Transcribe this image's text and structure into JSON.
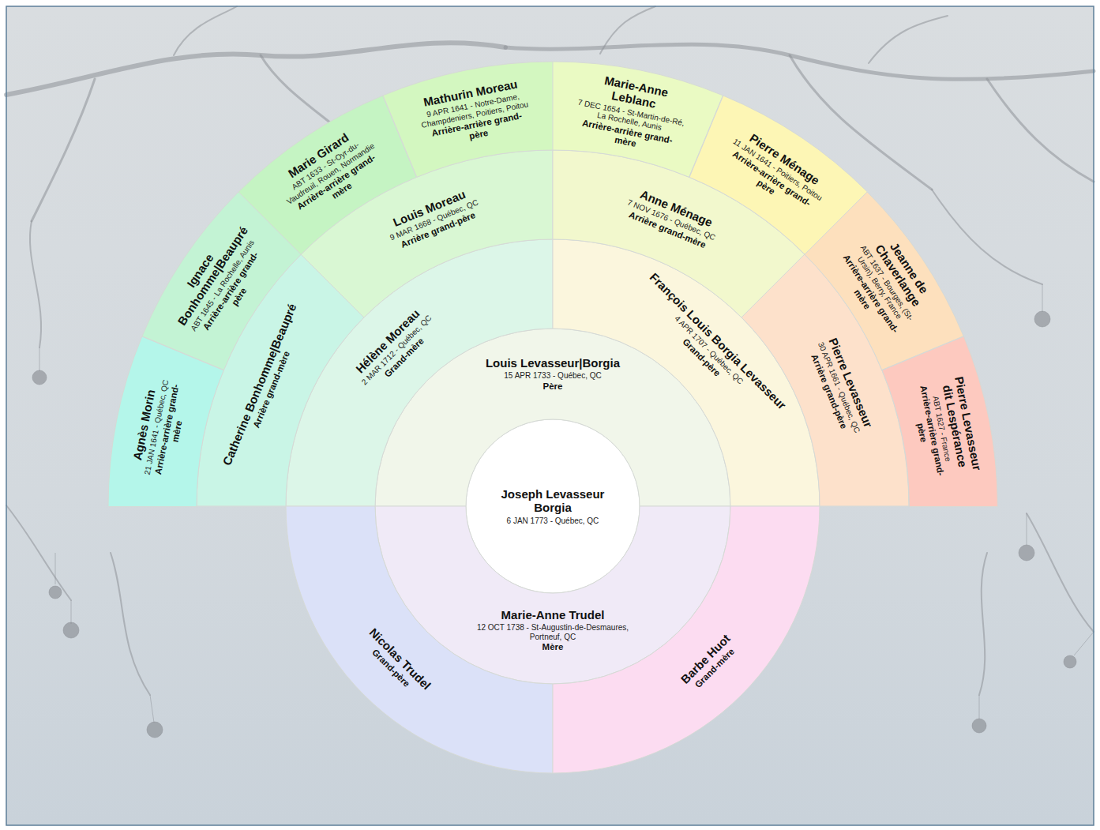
{
  "diagram": {
    "nodes": [
      {
        "text": [
          "Joseph Levasseur Borgia",
          "6 JAN 1773 - Québec, QC"
        ]
      },
      {
        "text": [
          "Louis Levasseur|Borgia",
          "15 APR 1733 - Québec, QC",
          "Père"
        ]
      },
      {
        "text": [
          "Marie-Anne Trudel",
          "12 OCT 1738 - St-Augustin-de-Desmaures, Portneuf, QC",
          "Mère"
        ]
      },
      {
        "text": [
          "Hélène Moreau",
          "2 MAR 1712 - Québec, QC",
          "Grand-mère"
        ]
      },
      {
        "text": [
          "François Louis Borgia Levasseur",
          "4 APR 1707 - Québec, QC",
          "Grand-père"
        ]
      },
      {
        "text": [
          "Nicolas Trudel",
          "Grand-père"
        ]
      },
      {
        "text": [
          "Barbe Huot",
          "Grand-mère"
        ]
      },
      {
        "text": [
          "Catherine Bonhomme|Beaupré",
          "Arrière grand-mère"
        ]
      },
      {
        "text": [
          "Louis Moreau",
          "9 MAR 1668 - Québec, QC",
          "Arrière grand-père"
        ]
      },
      {
        "text": [
          "Anne Ménage",
          "7 NOV 1676 - Québec, QC",
          "Arrière grand-mère"
        ]
      },
      {
        "text": [
          "Pierre Levasseur",
          "30 APR 1661 - Québec, QC",
          "Arrière grand-père"
        ]
      },
      {
        "text": [
          "Agnès Morin",
          "21 JAN 1641 - Québec, QC",
          "Arrière-arrière grand-mère"
        ]
      },
      {
        "text": [
          "Ignace Bonhomme|Beaupré",
          "ABT 1645 - La Rochelle, Aunis",
          "Arrière-arrière grand-père"
        ]
      },
      {
        "text": [
          "Marie Girard",
          "ABT 1633 - St-Oyr-du-Vaudreuil, Rouen, Normandie",
          "Arrière-arrière grand-mère"
        ]
      },
      {
        "text": [
          "Mathurin Moreau",
          "9 APR 1641 - Notre-Dame, Champdeniers, Poitiers, Poitou",
          "Arrière-arrière grand-père"
        ]
      },
      {
        "text": [
          "Marie-Anne Leblanc",
          "7 DEC 1654 - St-Martin-de-Ré, La Rochelle, Aunis",
          "Arrière-arrière grand-mère"
        ]
      },
      {
        "text": [
          "Pierre Ménage",
          "11 JAN 1641 - Poitiers, Poitou",
          "Arrière-arrière grand-père"
        ]
      },
      {
        "text": [
          "Jeanne de Chaverlange",
          "ABT 1637 - Bourges, (St-Ursin), Berry, France",
          "Arrière-arrière grand-mère"
        ]
      },
      {
        "text": [
          "Pierre Levasseur dit Lespérance",
          "ABT 1627 - France",
          "Arrière-arrière grand-père"
        ]
      }
    ]
  }
}
